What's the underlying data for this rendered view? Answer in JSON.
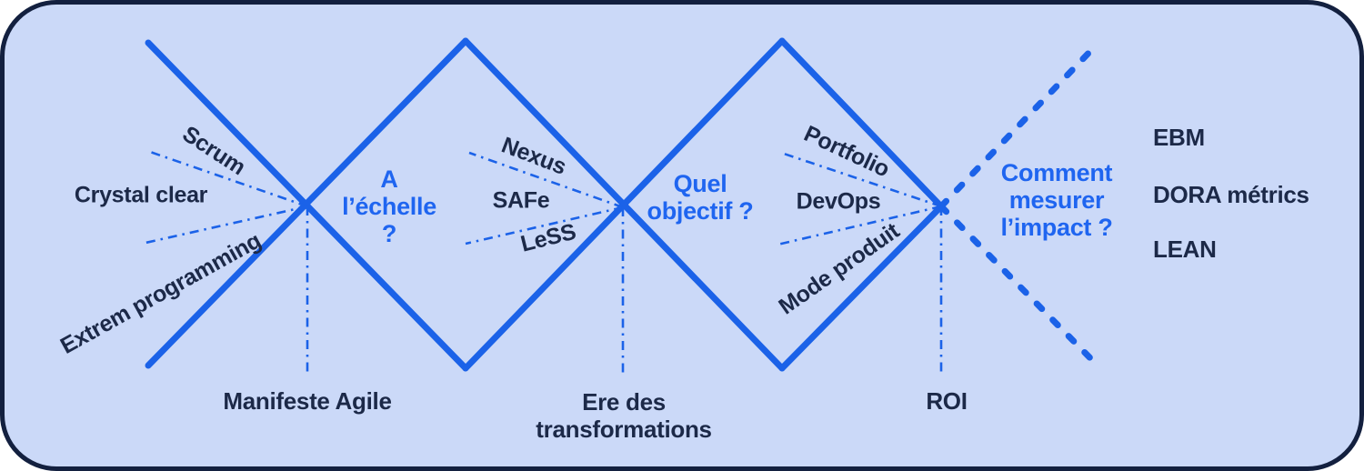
{
  "colors": {
    "background": "#cbd9f8",
    "border": "#13203f",
    "line-blue": "#1b62e8",
    "text-blue": "#1f65f0",
    "text-dark": "#1c2948"
  },
  "labels": {
    "scrum": "Scrum",
    "crystal_clear": "Crystal clear",
    "extrem_programming": "Extrem programming",
    "nexus": "Nexus",
    "safe": "SAFe",
    "less": "LeSS",
    "portfolio": "Portfolio",
    "devops": "DevOps",
    "mode_produit": "Mode produit"
  },
  "questions": {
    "scale": "A\nl’échelle\n?",
    "objective": "Quel\nobjectif ?",
    "impact": "Comment\nmesurer\nl’impact ?"
  },
  "milestones": {
    "manifeste": "Manifeste Agile",
    "era": "Ere des\ntransformations",
    "roi": "ROI"
  },
  "outcomes": {
    "ebm": "EBM",
    "dora": "DORA métrics",
    "lean": "LEAN"
  }
}
